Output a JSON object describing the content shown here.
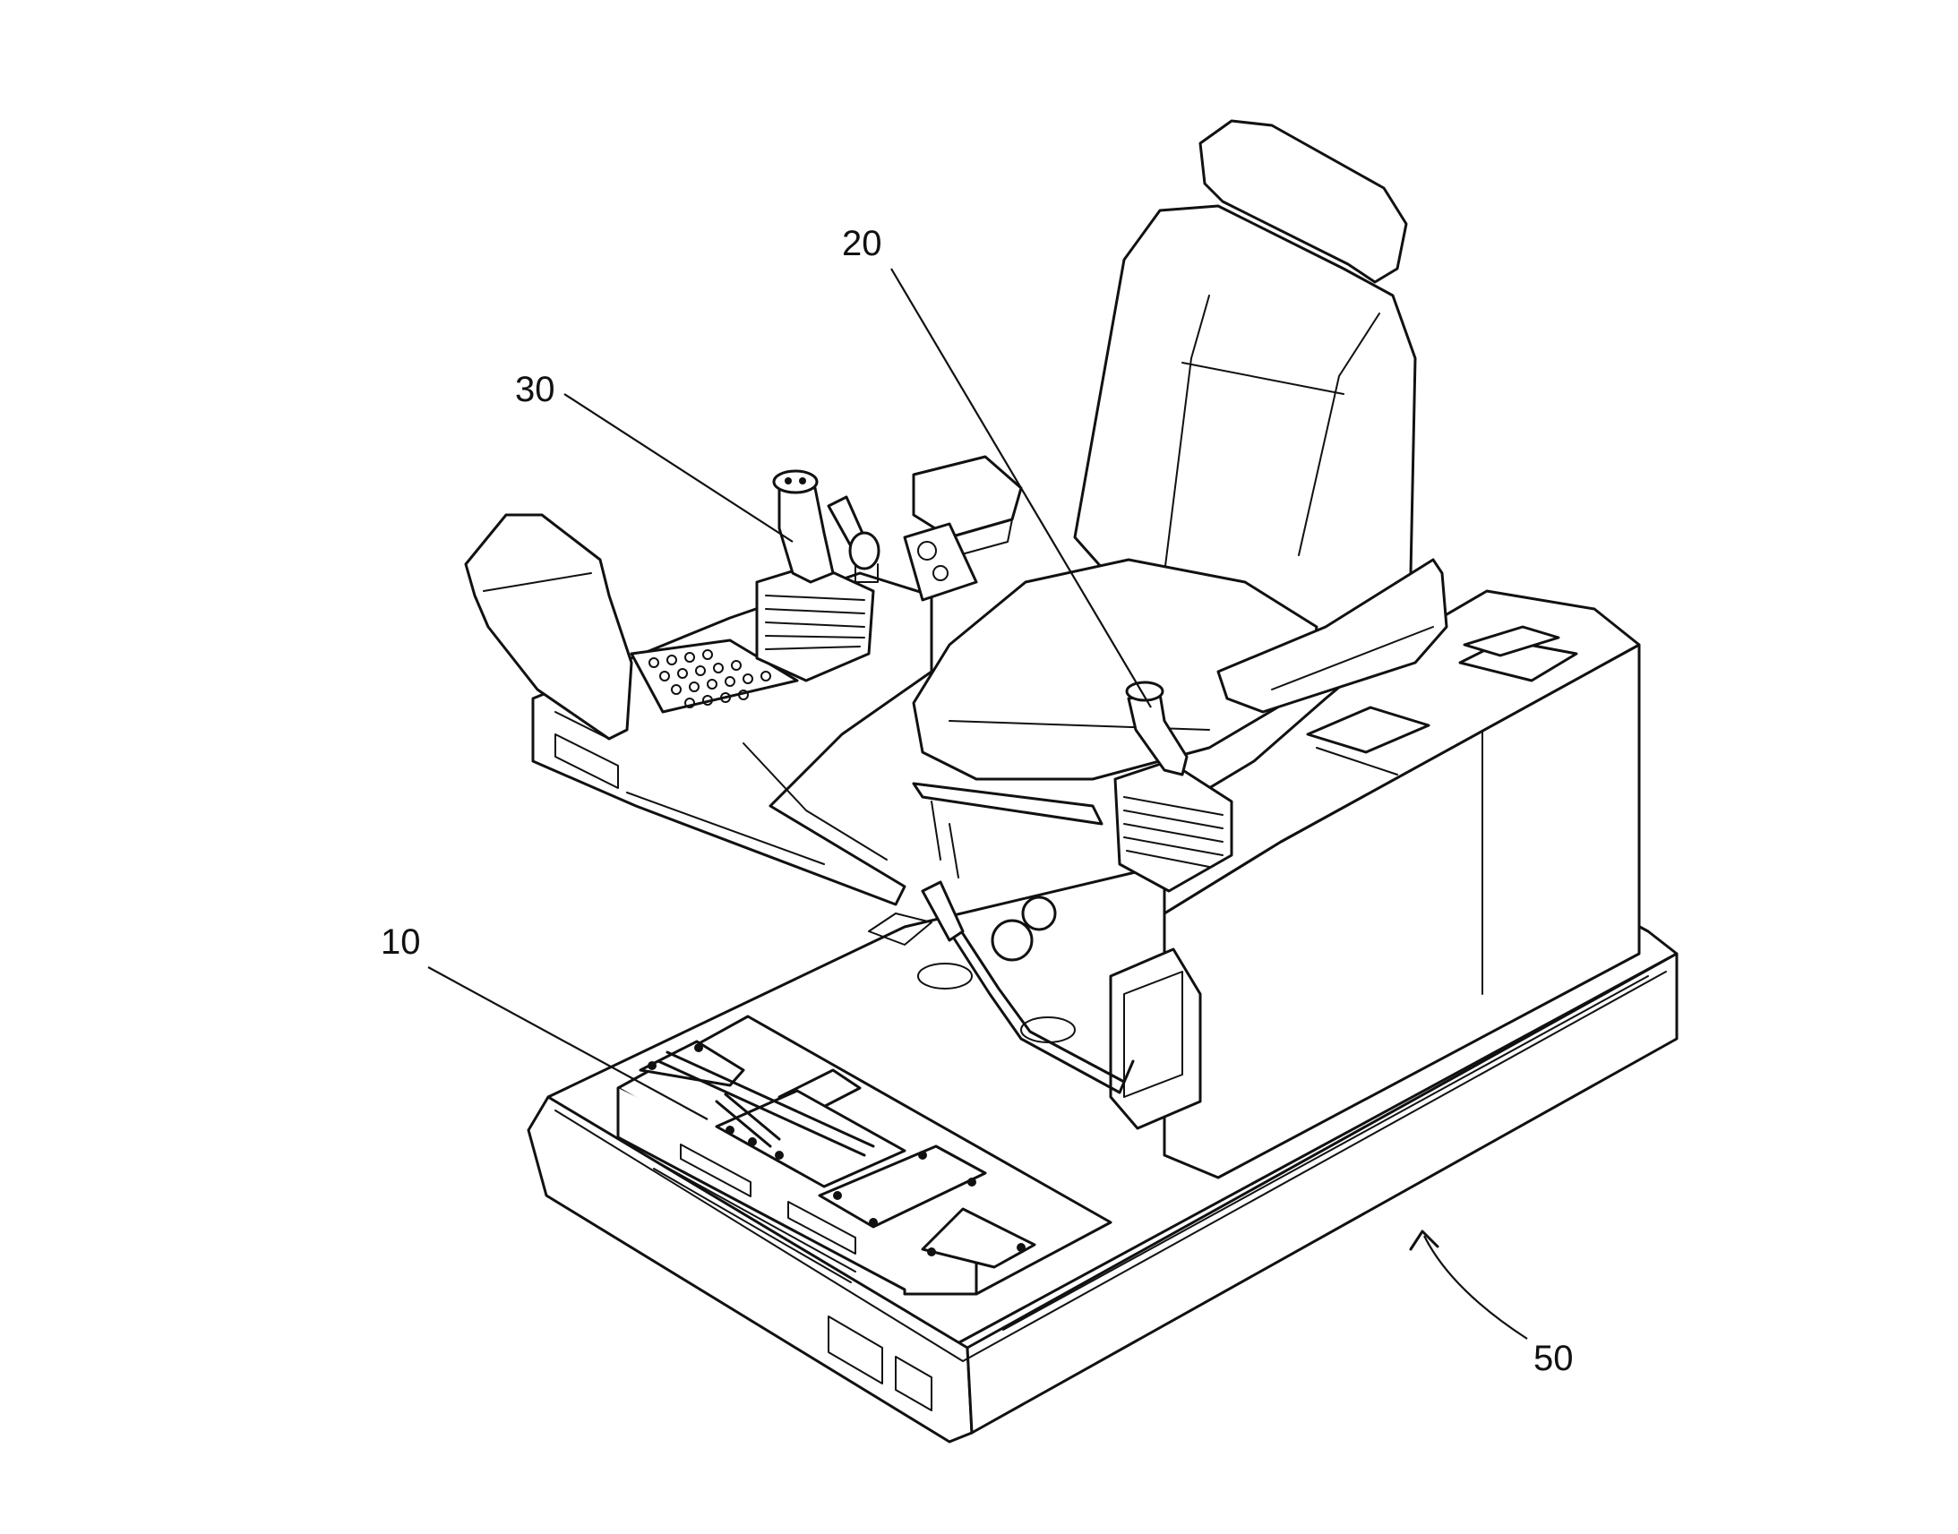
{
  "references": {
    "seat_controller": "20",
    "left_controller": "30",
    "floor_unit": "10",
    "base_assembly": "50"
  },
  "colors": {
    "line": "#111111",
    "background": "#ffffff"
  }
}
